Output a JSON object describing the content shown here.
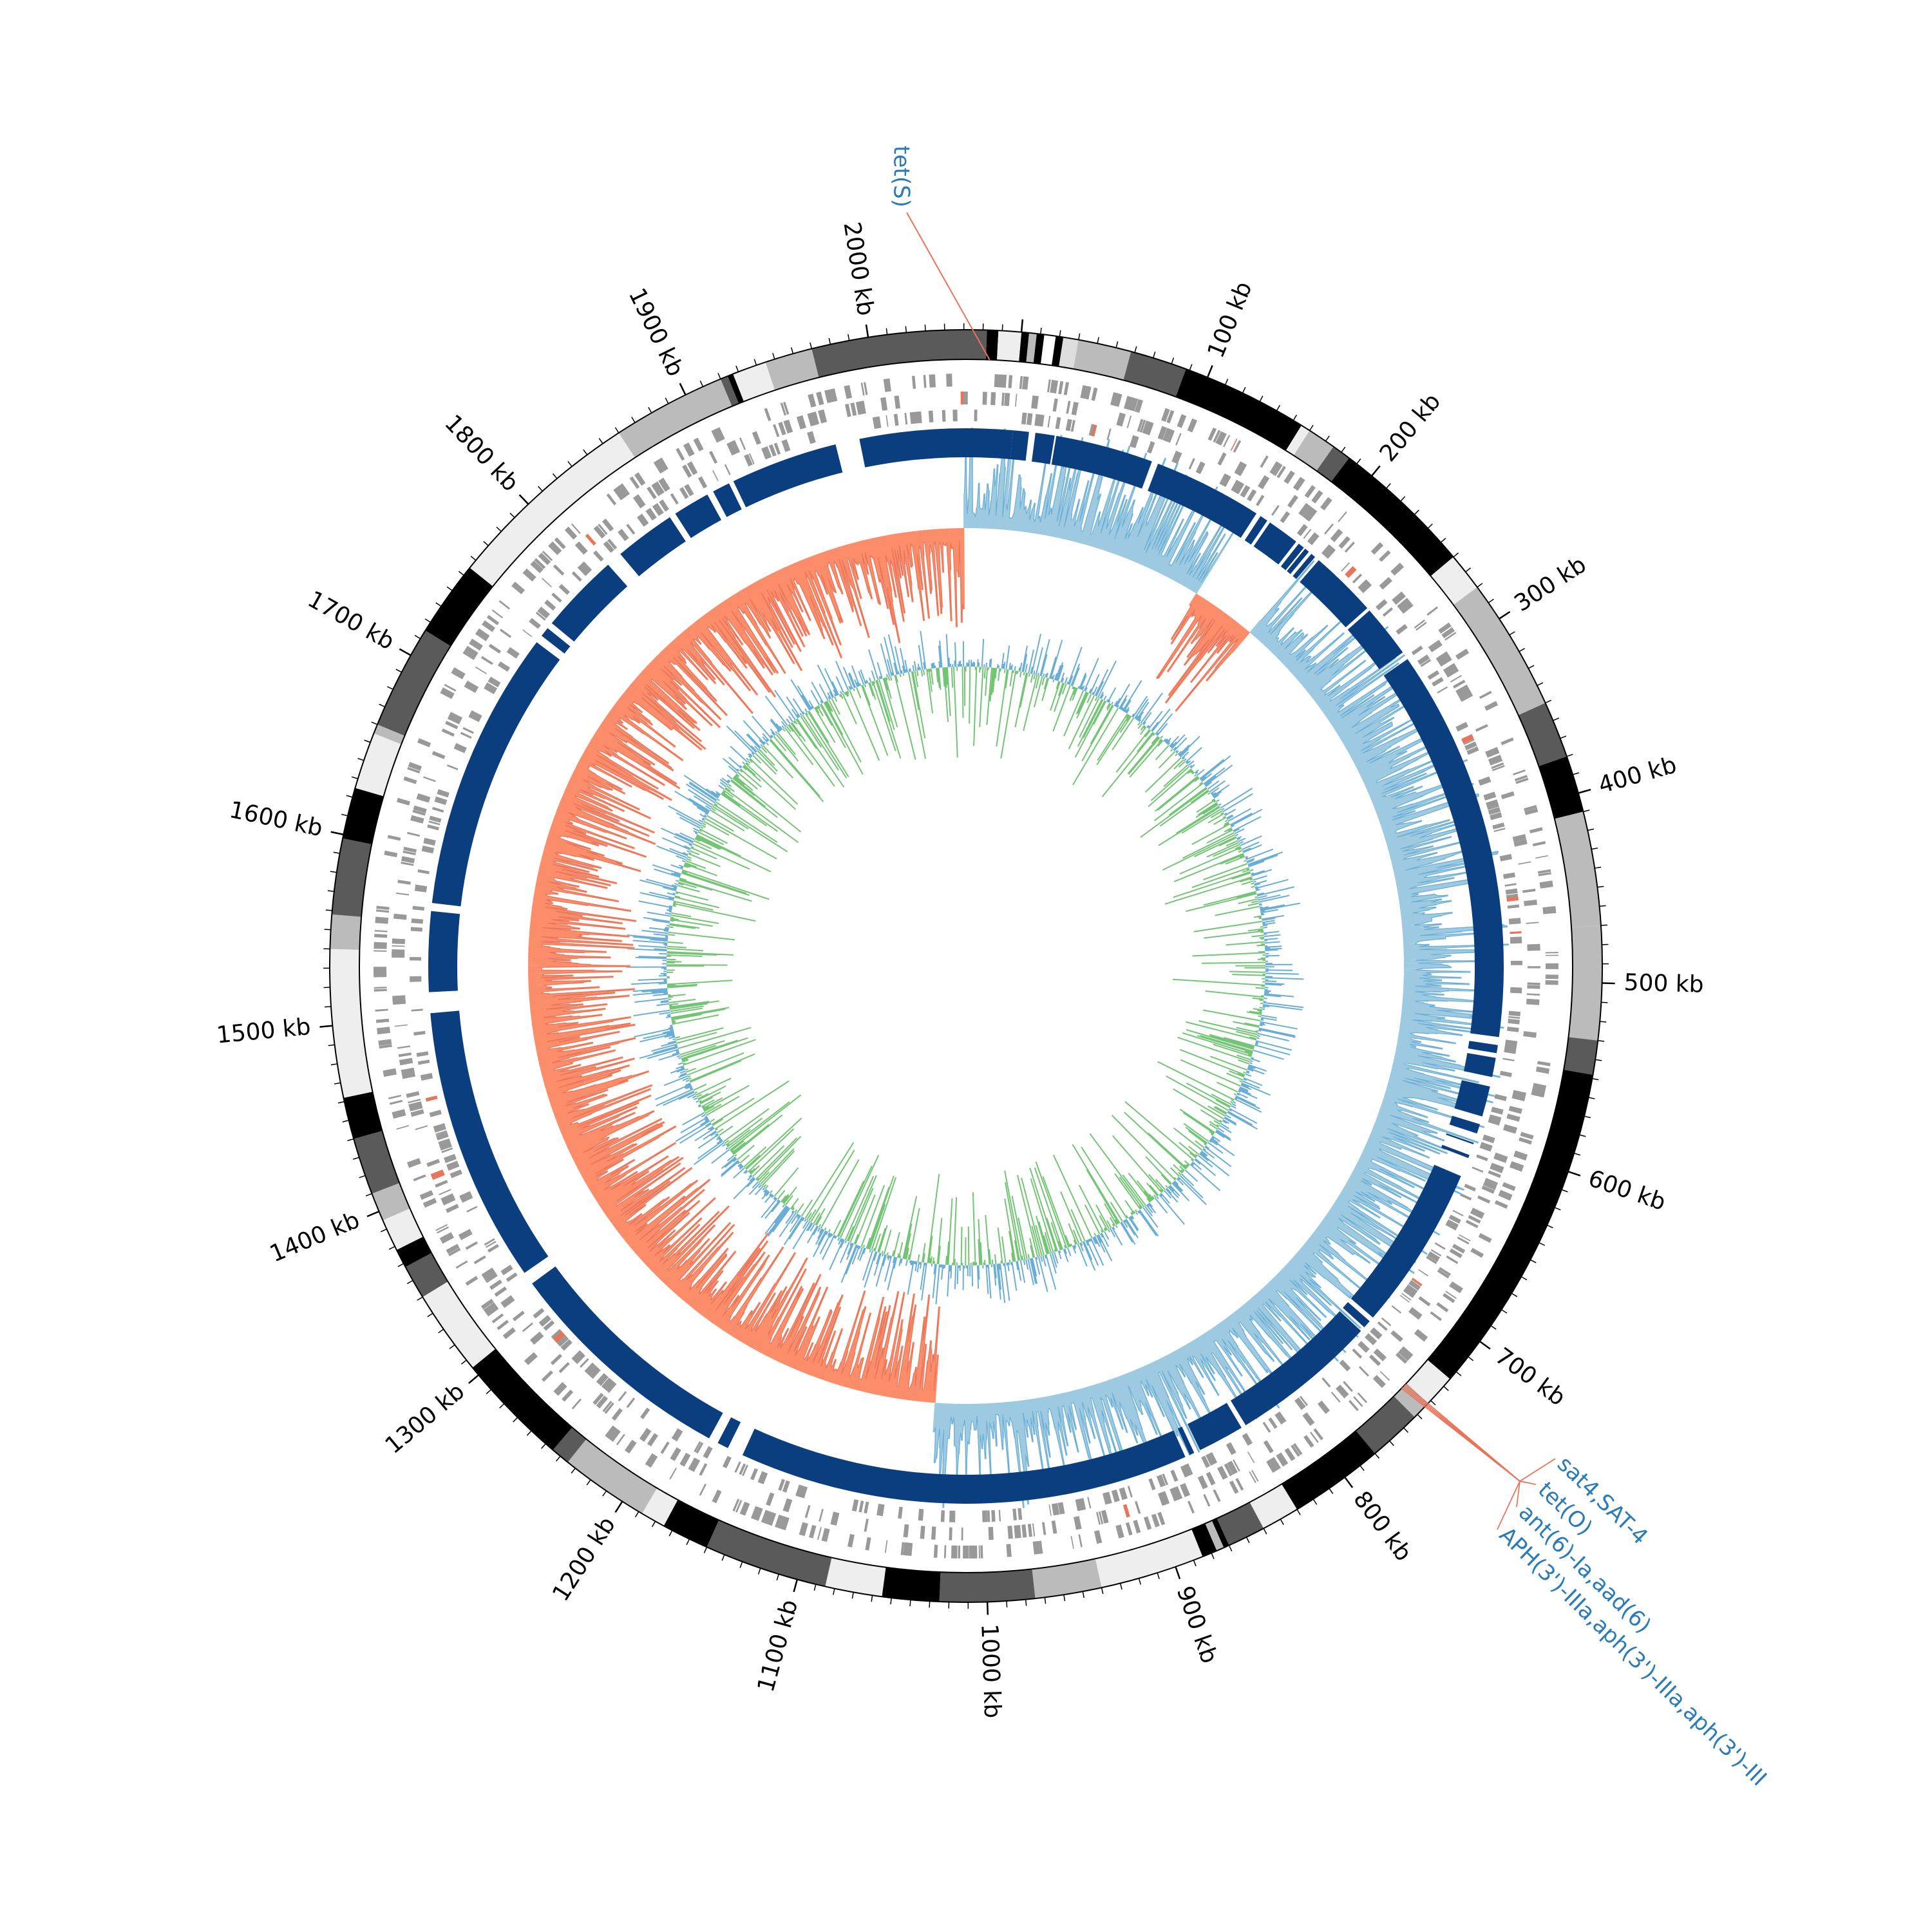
{
  "genome": {
    "length_kb": 2080,
    "start_rotation_deg": 5,
    "ticks": [
      {
        "kb": 100,
        "label": "100 kb"
      },
      {
        "kb": 200,
        "label": "200 kb"
      },
      {
        "kb": 300,
        "label": "300 kb"
      },
      {
        "kb": 400,
        "label": "400 kb"
      },
      {
        "kb": 500,
        "label": "500 kb"
      },
      {
        "kb": 600,
        "label": "600 kb"
      },
      {
        "kb": 700,
        "label": "700 kb"
      },
      {
        "kb": 800,
        "label": "800 kb"
      },
      {
        "kb": 900,
        "label": "900 kb"
      },
      {
        "kb": 1000,
        "label": "1000 kb"
      },
      {
        "kb": 1100,
        "label": "1100 kb"
      },
      {
        "kb": 1200,
        "label": "1200 kb"
      },
      {
        "kb": 1300,
        "label": "1300 kb"
      },
      {
        "kb": 1400,
        "label": "1400 kb"
      },
      {
        "kb": 1500,
        "label": "1500 kb"
      },
      {
        "kb": 1600,
        "label": "1600 kb"
      },
      {
        "kb": 1700,
        "label": "1700 kb"
      },
      {
        "kb": 1800,
        "label": "1800 kb"
      },
      {
        "kb": 1900,
        "label": "1900 kb"
      },
      {
        "kb": 2000,
        "label": "2000 kb"
      }
    ]
  },
  "karyotype_bands": [
    {
      "start": 0,
      "end": 4,
      "color": "#000000"
    },
    {
      "start": 4,
      "end": 8,
      "color": "#bbbbbb"
    },
    {
      "start": 8,
      "end": 12,
      "color": "#000000"
    },
    {
      "start": 12,
      "end": 18,
      "color": "#ffffff"
    },
    {
      "start": 18,
      "end": 22,
      "color": "#000000"
    },
    {
      "start": 22,
      "end": 30,
      "color": "#dddddd"
    },
    {
      "start": 30,
      "end": 58,
      "color": "#bbbbbb"
    },
    {
      "start": 58,
      "end": 88,
      "color": "#5a5a5a"
    },
    {
      "start": 88,
      "end": 155,
      "color": "#000000"
    },
    {
      "start": 155,
      "end": 160,
      "color": "#eeeeee"
    },
    {
      "start": 160,
      "end": 175,
      "color": "#bbbbbb"
    },
    {
      "start": 175,
      "end": 185,
      "color": "#5a5a5a"
    },
    {
      "start": 185,
      "end": 260,
      "color": "#000000"
    },
    {
      "start": 260,
      "end": 280,
      "color": "#eeeeee"
    },
    {
      "start": 280,
      "end": 350,
      "color": "#bbbbbb"
    },
    {
      "start": 350,
      "end": 380,
      "color": "#5a5a5a"
    },
    {
      "start": 380,
      "end": 410,
      "color": "#000000"
    },
    {
      "start": 410,
      "end": 470,
      "color": "#bbbbbb"
    },
    {
      "start": 470,
      "end": 530,
      "color": "#bbbbbb"
    },
    {
      "start": 530,
      "end": 548,
      "color": "#5a5a5a"
    },
    {
      "start": 548,
      "end": 725,
      "color": "#000000"
    },
    {
      "start": 725,
      "end": 742,
      "color": "#eeeeee"
    },
    {
      "start": 742,
      "end": 752,
      "color": "#bbbbbb"
    },
    {
      "start": 752,
      "end": 780,
      "color": "#5a5a5a"
    },
    {
      "start": 780,
      "end": 830,
      "color": "#000000"
    },
    {
      "start": 830,
      "end": 850,
      "color": "#eeeeee"
    },
    {
      "start": 850,
      "end": 870,
      "color": "#5a5a5a"
    },
    {
      "start": 870,
      "end": 873,
      "color": "#000000"
    },
    {
      "start": 873,
      "end": 877,
      "color": "#bbbbbb"
    },
    {
      "start": 877,
      "end": 885,
      "color": "#000000"
    },
    {
      "start": 885,
      "end": 940,
      "color": "#eeeeee"
    },
    {
      "start": 940,
      "end": 975,
      "color": "#bbbbbb"
    },
    {
      "start": 975,
      "end": 1025,
      "color": "#5a5a5a"
    },
    {
      "start": 1025,
      "end": 1055,
      "color": "#000000"
    },
    {
      "start": 1055,
      "end": 1085,
      "color": "#eeeeee"
    },
    {
      "start": 1085,
      "end": 1150,
      "color": "#5a5a5a"
    },
    {
      "start": 1150,
      "end": 1175,
      "color": "#000000"
    },
    {
      "start": 1175,
      "end": 1188,
      "color": "#eeeeee"
    },
    {
      "start": 1188,
      "end": 1235,
      "color": "#bbbbbb"
    },
    {
      "start": 1235,
      "end": 1245,
      "color": "#5a5a5a"
    },
    {
      "start": 1245,
      "end": 1305,
      "color": "#000000"
    },
    {
      "start": 1305,
      "end": 1350,
      "color": "#eeeeee"
    },
    {
      "start": 1350,
      "end": 1368,
      "color": "#5a5a5a"
    },
    {
      "start": 1368,
      "end": 1378,
      "color": "#000000"
    },
    {
      "start": 1378,
      "end": 1395,
      "color": "#eeeeee"
    },
    {
      "start": 1395,
      "end": 1410,
      "color": "#bbbbbb"
    },
    {
      "start": 1410,
      "end": 1440,
      "color": "#5a5a5a"
    },
    {
      "start": 1440,
      "end": 1462,
      "color": "#000000"
    },
    {
      "start": 1462,
      "end": 1540,
      "color": "#eeeeee"
    },
    {
      "start": 1540,
      "end": 1558,
      "color": "#bbbbbb"
    },
    {
      "start": 1558,
      "end": 1598,
      "color": "#5a5a5a"
    },
    {
      "start": 1598,
      "end": 1625,
      "color": "#000000"
    },
    {
      "start": 1625,
      "end": 1655,
      "color": "#eeeeee"
    },
    {
      "start": 1655,
      "end": 1660,
      "color": "#bbbbbb"
    },
    {
      "start": 1660,
      "end": 1715,
      "color": "#5a5a5a"
    },
    {
      "start": 1715,
      "end": 1755,
      "color": "#000000"
    },
    {
      "start": 1755,
      "end": 1860,
      "color": "#eeeeee"
    },
    {
      "start": 1860,
      "end": 1920,
      "color": "#bbbbbb"
    },
    {
      "start": 1920,
      "end": 1924,
      "color": "#5a5a5a"
    },
    {
      "start": 1924,
      "end": 1927,
      "color": "#000000"
    },
    {
      "start": 1927,
      "end": 1945,
      "color": "#eeeeee"
    },
    {
      "start": 1945,
      "end": 1970,
      "color": "#bbbbbb"
    },
    {
      "start": 1970,
      "end": 2062,
      "color": "#5a5a5a"
    },
    {
      "start": 2062,
      "end": 2068,
      "color": "#000000"
    },
    {
      "start": 2068,
      "end": 2080,
      "color": "#eeeeee"
    }
  ],
  "contig_gaps": [
    {
      "start": 10,
      "end": 14
    },
    {
      "start": 26,
      "end": 27
    },
    {
      "start": 88,
      "end": 92
    },
    {
      "start": 160,
      "end": 163
    },
    {
      "start": 168,
      "end": 170
    },
    {
      "start": 190,
      "end": 192
    },
    {
      "start": 196,
      "end": 197
    },
    {
      "start": 200,
      "end": 202
    },
    {
      "start": 205,
      "end": 208
    },
    {
      "start": 250,
      "end": 252
    },
    {
      "start": 285,
      "end": 290
    },
    {
      "start": 535,
      "end": 540
    },
    {
      "start": 545,
      "end": 548
    },
    {
      "start": 560,
      "end": 566
    },
    {
      "start": 585,
      "end": 590
    },
    {
      "start": 596,
      "end": 602
    },
    {
      "start": 603,
      "end": 610
    },
    {
      "start": 612,
      "end": 624
    },
    {
      "start": 727,
      "end": 730
    },
    {
      "start": 735,
      "end": 738
    },
    {
      "start": 830,
      "end": 833
    },
    {
      "start": 862,
      "end": 866
    },
    {
      "start": 869,
      "end": 872
    },
    {
      "start": 1153,
      "end": 1163
    },
    {
      "start": 1170,
      "end": 1176
    },
    {
      "start": 1322,
      "end": 1330
    },
    {
      "start": 1502,
      "end": 1515
    },
    {
      "start": 1565,
      "end": 1570
    },
    {
      "start": 1745,
      "end": 1750
    },
    {
      "start": 1756,
      "end": 1760
    },
    {
      "start": 1810,
      "end": 1820
    },
    {
      "start": 1858,
      "end": 1862
    },
    {
      "start": 1885,
      "end": 1889
    },
    {
      "start": 1900,
      "end": 1903
    },
    {
      "start": 1970,
      "end": 1985
    }
  ],
  "gene_labels": [
    {
      "position_kb": 2064,
      "text": "tet(S)",
      "color": "#2b7bba",
      "line_color": "#e8745a"
    },
    {
      "position_kb": 743,
      "text": "sat4,SAT-4",
      "color": "#2b7bba",
      "line_color": "#e8745a"
    },
    {
      "position_kb": 744,
      "text": "tet(O)",
      "color": "#2b7bba",
      "line_color": "#e8745a"
    },
    {
      "position_kb": 745,
      "text": "ant(6)-Ia,aad(6)",
      "color": "#2b7bba",
      "line_color": "#e8745a"
    },
    {
      "position_kb": 746,
      "text": "APH(3')-IIIa,aph(3')-IIIa,aph(3')-III",
      "color": "#2b7bba",
      "line_color": "#e8745a"
    }
  ],
  "colors": {
    "ring_outline": "#000000",
    "cds_gray": "#999999",
    "cds_highlight": "#e8745a",
    "contig_blue": "#0b3e7e",
    "contig_blue_light": "#1e6aa8",
    "gc_skew_positive": "#9ecae1",
    "gc_skew_negative": "#fc8d6a",
    "gc_skew_outline_pos": "#6aaed6",
    "gc_skew_outline_neg": "#e8745a",
    "gc_content_above": "#6aaed6",
    "gc_content_below": "#74c476"
  },
  "gc_skew_sign_changes": [
    {
      "kb": 0,
      "sign": 1
    },
    {
      "kb": 155,
      "sign": -1
    },
    {
      "kb": 205,
      "sign": 1
    },
    {
      "kb": 1035,
      "sign": -1
    },
    {
      "kb": 2050,
      "sign": 1
    }
  ]
}
